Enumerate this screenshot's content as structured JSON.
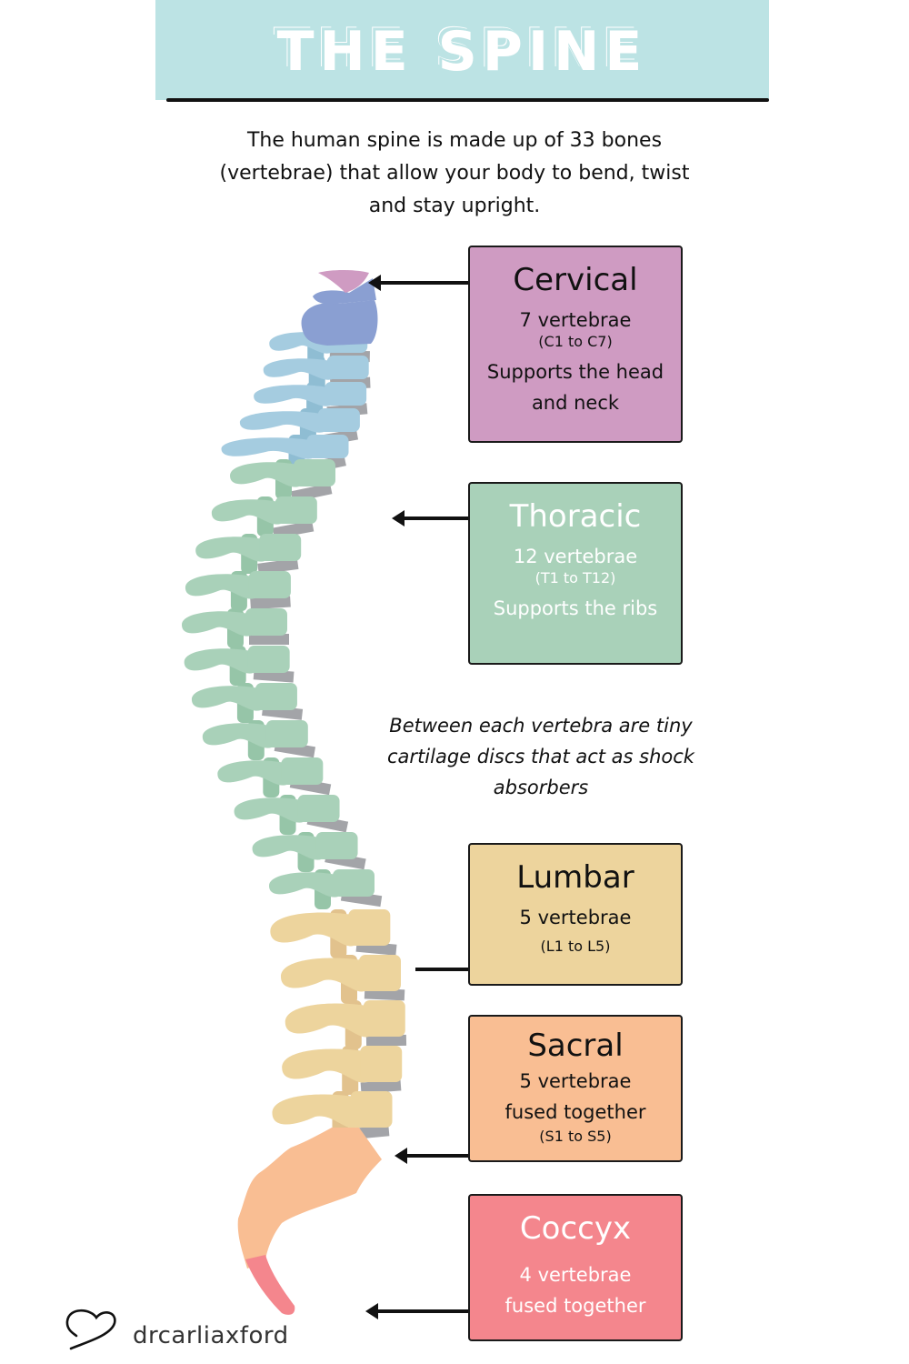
{
  "header": {
    "title": "THE SPINE",
    "intro": "The human spine is made up of 33 bones (vertebrae) that allow your body to bend, twist and stay upright."
  },
  "note": "Between each vertebra are tiny cartilage discs that act as shock absorbers",
  "regions": [
    {
      "id": "cervical",
      "name": "Cervical",
      "count": "7 vertebrae",
      "range": "(C1 to C7)",
      "description": "Supports the head and neck",
      "color": "#cf9bc2",
      "text_color": "#111111"
    },
    {
      "id": "thoracic",
      "name": "Thoracic",
      "count": "12 vertebrae",
      "range": "(T1 to T12)",
      "description": "Supports the ribs",
      "color": "#a9d1b9",
      "text_color": "#ffffff"
    },
    {
      "id": "lumbar",
      "name": "Lumbar",
      "count": "5 vertebrae",
      "range": "(L1 to L5)",
      "description": "",
      "color": "#edd49d",
      "text_color": "#111111"
    },
    {
      "id": "sacral",
      "name": "Sacral",
      "count": "5 vertebrae",
      "range": "(S1 to S5)",
      "description": "fused together",
      "color": "#f9be93",
      "text_color": "#111111"
    },
    {
      "id": "coccyx",
      "name": "Coccyx",
      "count": "4 vertebrae",
      "range": "",
      "description": "fused together",
      "color": "#f4868d",
      "text_color": "#ffffff"
    }
  ],
  "illustration": {
    "colors": {
      "atlas": "#cf9bc2",
      "axis": "#8a9fd2",
      "cervical": "#a5cce0",
      "thoracic": "#a9d1b9",
      "thoracic_shade": "#96c5a8",
      "lumbar": "#edd49d",
      "lumbar_shade": "#e2c28d",
      "sacrum": "#f9be93",
      "coccyx": "#f4868d",
      "disc": "#a3a4a8"
    }
  },
  "footer": {
    "logo_icon": "heart-outline-icon",
    "brand": "drcarliaxford"
  }
}
